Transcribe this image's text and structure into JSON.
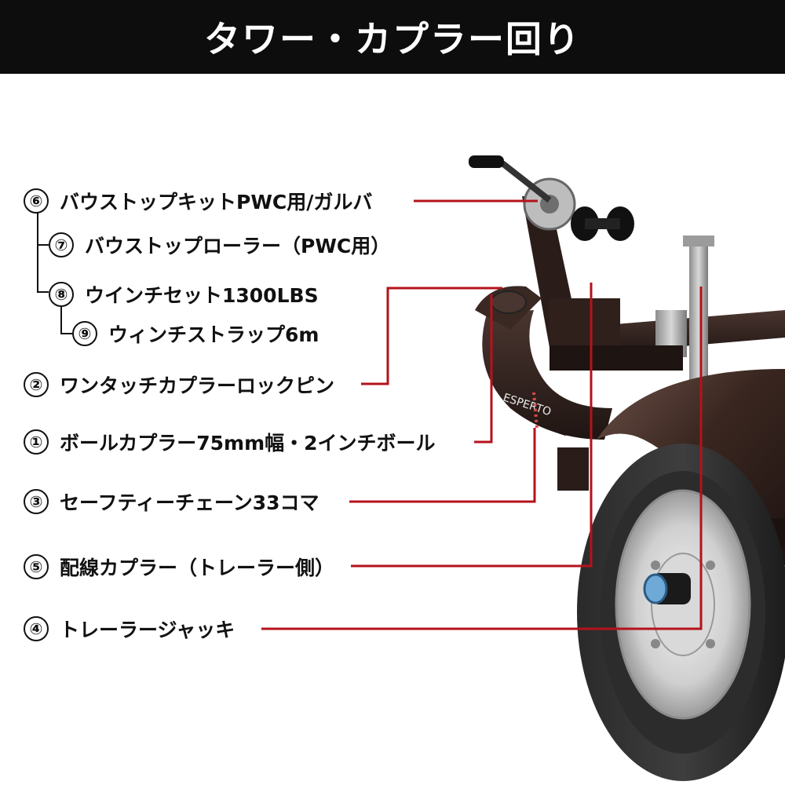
{
  "title": "タワー・カプラー回り",
  "colors": {
    "header_bg": "#0d0d0d",
    "leader_line": "#b5121b",
    "tree_line": "#111111"
  },
  "image_content": {
    "brand_plate": "ESPERTO"
  },
  "parts": [
    {
      "num": "⑥",
      "label": "バウストップキットPWC用/ガルバ"
    },
    {
      "num": "⑦",
      "label": "バウストップローラー（PWC用）"
    },
    {
      "num": "⑧",
      "label": "ウインチセット1300LBS"
    },
    {
      "num": "⑨",
      "label": "ウィンチストラップ6m"
    },
    {
      "num": "②",
      "label": "ワンタッチカプラーロックピン"
    },
    {
      "num": "①",
      "label": "ボールカプラー75mm幅・2インチボール"
    },
    {
      "num": "③",
      "label": "セーフティーチェーン33コマ"
    },
    {
      "num": "⑤",
      "label": "配線カプラー（トレーラー側）"
    },
    {
      "num": "④",
      "label": "トレーラージャッキ"
    }
  ]
}
